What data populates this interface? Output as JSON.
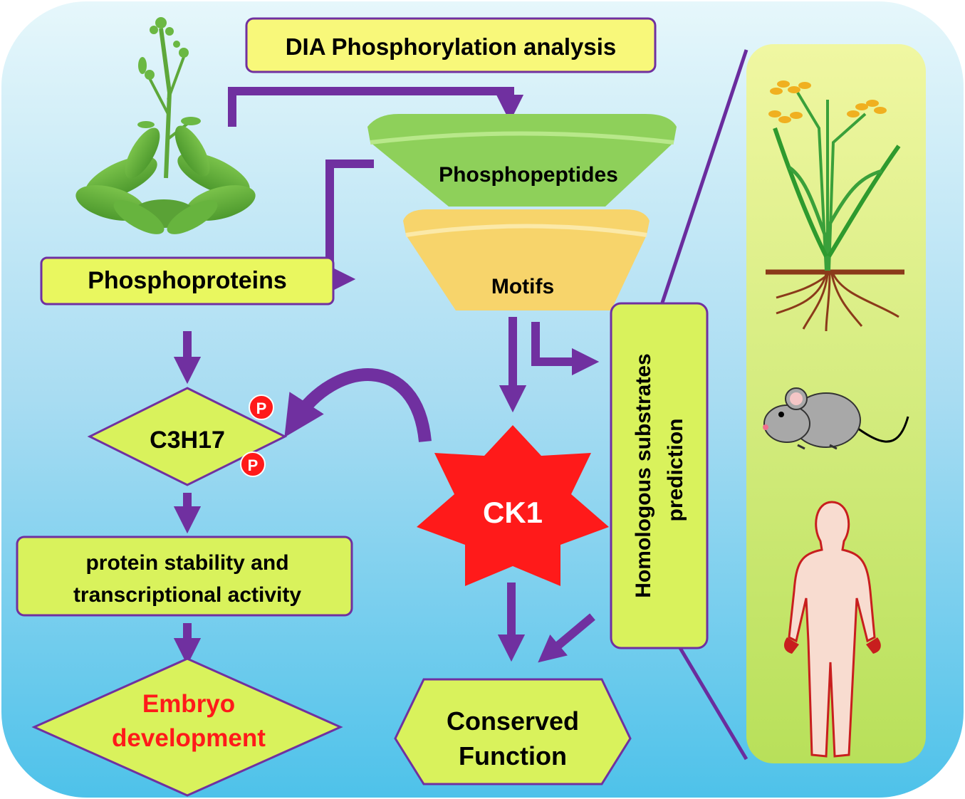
{
  "title": "DIA Phosphorylation analysis",
  "funnel": {
    "top_label": "Phosphopeptides",
    "bottom_label": "Motifs"
  },
  "phosphoproteins_label": "Phosphoproteins",
  "c3h17_label": "C3H17",
  "phospho_badge": "P",
  "stability_line1": "protein stability  and",
  "stability_line2": "transcriptional activity",
  "embryo_line1": "Embryo",
  "embryo_line2": "development",
  "kinase_label": "CK1",
  "homologous_line1": "Homologous substrates",
  "homologous_line2": "prediction",
  "conserved_line1": "Conserved",
  "conserved_line2": "Function",
  "organisms": [
    "arabidopsis-plant-icon",
    "rice-plant-icon",
    "mouse-icon",
    "human-icon"
  ],
  "colors": {
    "arrow": "#7030a0",
    "box_fill": "#d9f25c",
    "title_fill": "#f8f87a",
    "funnel_green": "#8ed05a",
    "funnel_yellow": "#f7d46b",
    "star": "#ff1a1a",
    "embryo_text": "#ff1a1a",
    "panel": "#d8ef7c"
  }
}
